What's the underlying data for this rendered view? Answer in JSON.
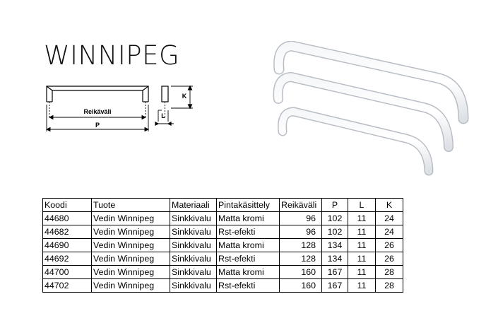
{
  "product": {
    "title": "WINNIPEG"
  },
  "diagram": {
    "hole_spacing_label": "Reikäväli",
    "p_label": "P",
    "l_label": "L",
    "k_label": "K"
  },
  "table": {
    "headers": [
      "Koodi",
      "Tuote",
      "Materiaali",
      "Pintakäsittely",
      "Reikäväli",
      "P",
      "L",
      "K"
    ],
    "rows": [
      [
        "44680",
        "Vedin Winnipeg",
        "Sinkkivalu",
        "Matta kromi",
        "96",
        "102",
        "11",
        "24"
      ],
      [
        "44682",
        "Vedin Winnipeg",
        "Sinkkivalu",
        "Rst-efekti",
        "96",
        "102",
        "11",
        "24"
      ],
      [
        "44690",
        "Vedin Winnipeg",
        "Sinkkivalu",
        "Matta kromi",
        "128",
        "134",
        "11",
        "26"
      ],
      [
        "44692",
        "Vedin Winnipeg",
        "Sinkkivalu",
        "Rst-efekti",
        "128",
        "134",
        "11",
        "26"
      ],
      [
        "44700",
        "Vedin Winnipeg",
        "Sinkkivalu",
        "Matta kromi",
        "160",
        "167",
        "11",
        "28"
      ],
      [
        "44702",
        "Vedin Winnipeg",
        "Sinkkivalu",
        "Rst-efekti",
        "160",
        "167",
        "11",
        "28"
      ]
    ]
  }
}
